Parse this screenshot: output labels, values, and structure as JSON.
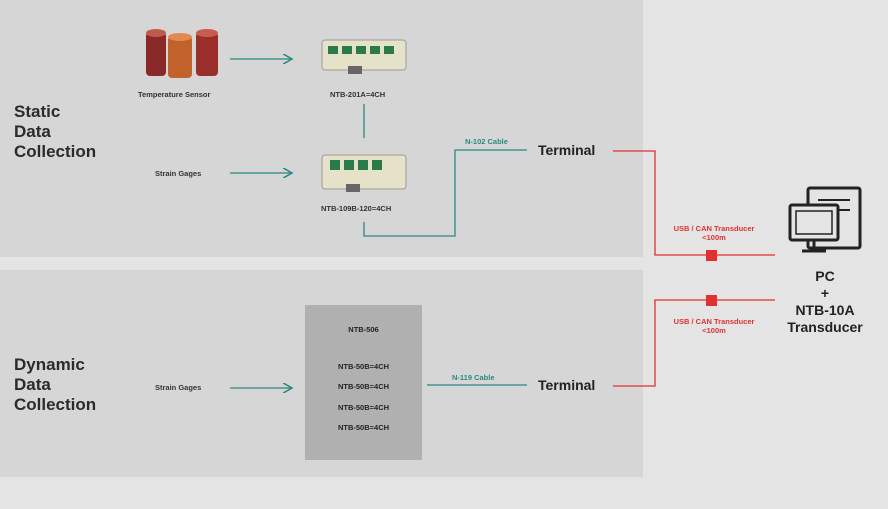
{
  "static_section": {
    "title_lines": [
      "Static",
      "Data",
      "Collection"
    ],
    "temperature_sensor_label": "Temperature Sensor",
    "strain_gages_label": "Strain Gages",
    "module_top_label": "NTB-201A=4CH",
    "module_bottom_label": "NTB-109B-120=4CH",
    "cable_label": "N-102 Cable",
    "terminal_label": "Terminal"
  },
  "dynamic_section": {
    "title_lines": [
      "Dynamic",
      "Data",
      "Collection"
    ],
    "strain_gages_label": "Strain Gages",
    "box_title": "NTB-506",
    "box_channels": [
      "NTB-50B=4CH",
      "NTB-50B=4CH",
      "NTB-50B=4CH",
      "NTB-50B=4CH"
    ],
    "cable_label": "N-119 Cable",
    "terminal_label": "Terminal"
  },
  "transducer_link": {
    "top_lines": [
      "USB / CAN Transducer",
      "<100m"
    ],
    "bottom_lines": [
      "USB / CAN Transducer",
      "<100m"
    ]
  },
  "pc": {
    "lines": [
      "PC",
      "+",
      "NTB-10A",
      "Transducer"
    ]
  },
  "colors": {
    "arrow": "#2a8a80",
    "link": "#e03030",
    "panel": "#d6d6d6",
    "background": "#e4e4e4"
  }
}
